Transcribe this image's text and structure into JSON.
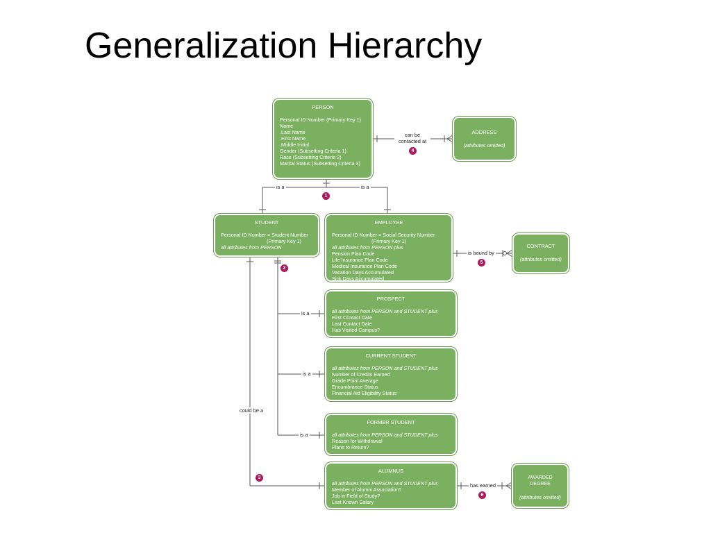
{
  "title": "Generalization Hierarchy",
  "entities": {
    "person": {
      "name": "PERSON",
      "rows": [
        "Personal ID Number (Primary Key 1)",
        "Name",
        ".Last Name",
        ".First Name",
        ".Middle Initial",
        "Gender (Subsetting Criteria 1)",
        "Race (Subsetting Criteria 2)",
        "Marital Status (Subsetting Criteria 3)"
      ]
    },
    "address": {
      "name": "ADDRESS",
      "note": "(attributes omitted)"
    },
    "student": {
      "name": "STUDENT",
      "rows": [
        "Personal ID Number = Student Number",
        "(Primary Key 1)"
      ],
      "italic": "all attributes from PERSON"
    },
    "employee": {
      "name": "EMPLOYEE",
      "rows": [
        "Personal ID Number = Social Security Number",
        "(Primary Key 1)"
      ],
      "italic": "all attributes from PERSON plus",
      "rows2": [
        "Pension Plan Code",
        "Life Insurance Plan Code",
        "Medical Insurance Plan Code",
        "Vacation Days Accumulated",
        "Sick Days Accumulated"
      ]
    },
    "contract": {
      "name": "CONTRACT",
      "note": "(attributes omitted)"
    },
    "prospect": {
      "name": "PROSPECT",
      "italic": "all attributes from PERSON and STUDENT plus",
      "rows": [
        "First Contact Date",
        "Last Contact Date",
        "Has Visited Campus?"
      ]
    },
    "current_student": {
      "name": "CURRENT STUDENT",
      "italic": "all attributes from PERSON and STUDENT plus",
      "rows": [
        "Number of Credits Earned",
        "Grade Point Average",
        "Encumbrance Status",
        "Financial Aid Eligibility Status"
      ]
    },
    "former_student": {
      "name": "FORMER STUDENT",
      "italic": "all attributes from PERSON and STUDENT plus",
      "rows": [
        "Reason for Withdrawal",
        "Plans to Return?"
      ]
    },
    "alumnus": {
      "name": "ALUMNUS",
      "italic": "all attributes from PERSON and STUDENT plus",
      "rows": [
        "Member of Alumni Association?",
        "Job in Field of Study?",
        "Last Known Salary"
      ]
    },
    "awarded_degree": {
      "name": "AWARDED DEGREE",
      "note": "(attributes omitted)"
    }
  },
  "relationships": {
    "can_be_contacted_at": [
      "can be",
      "contacted at"
    ],
    "is_a": "is a",
    "is_bound_by": "is bound by",
    "has_earned": "has earned",
    "could_be_a": "could be a"
  },
  "badges": [
    "1",
    "2",
    "3",
    "4",
    "5",
    "6"
  ]
}
